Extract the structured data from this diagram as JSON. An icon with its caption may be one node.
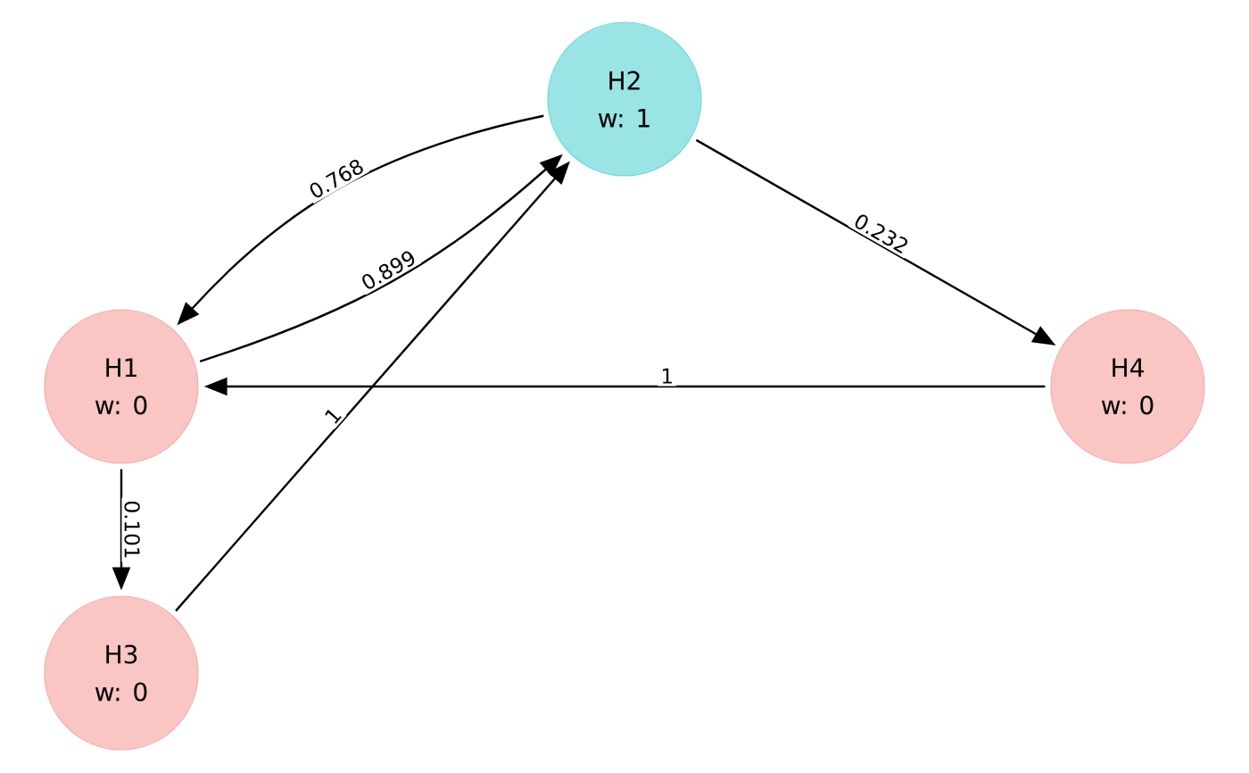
{
  "diagram": {
    "nodes": [
      {
        "text": [
          "H1",
          "w: 0"
        ]
      },
      {
        "text": [
          "H2",
          "w: 1"
        ]
      },
      {
        "text": [
          "H3",
          "w: 0"
        ]
      },
      {
        "text": [
          "H4",
          "w: 0"
        ]
      }
    ],
    "edges": [
      {
        "from": 1,
        "to": 0,
        "arrow": "to",
        "label": "0.768"
      },
      {
        "from": 0,
        "to": 1,
        "arrow": "to",
        "label": "0.899"
      },
      {
        "from": 1,
        "to": 3,
        "arrow": "to",
        "label": "0.232"
      },
      {
        "from": 3,
        "to": 0,
        "arrow": "to",
        "label": "1"
      },
      {
        "from": 0,
        "to": 2,
        "arrow": "to",
        "label": "0.101"
      },
      {
        "from": 2,
        "to": 1,
        "arrow": "to",
        "label": "1"
      }
    ]
  }
}
